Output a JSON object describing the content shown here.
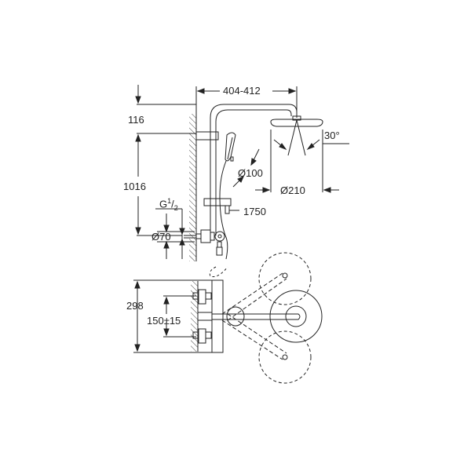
{
  "diagram": {
    "title": "Shower system technical drawing",
    "dimensions": {
      "arm_reach": "404-412",
      "top_offset": "116",
      "height": "1016",
      "inlet_thread": "G",
      "inlet_thread_frac_num": "1",
      "inlet_thread_frac_den": "2",
      "escutcheon_dia": "Ø70",
      "hand_shower_dia": "Ø100",
      "head_shower_dia": "Ø210",
      "spray_angle": "30°",
      "hose_length": "1750",
      "mixer_height": "298",
      "inlet_spacing": "150±15"
    },
    "colors": {
      "line": "#222222",
      "hatch": "#444444",
      "background": "#ffffff"
    }
  }
}
